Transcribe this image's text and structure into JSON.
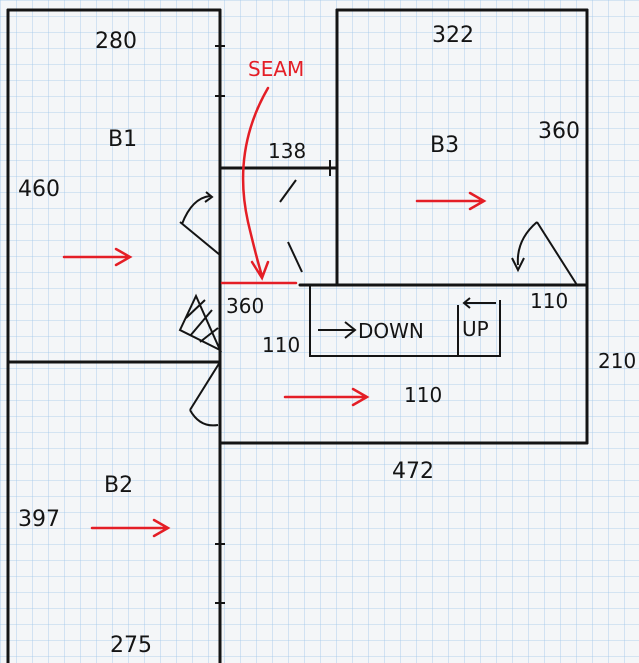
{
  "rooms": [
    {
      "id": "b1",
      "label": "B1"
    },
    {
      "id": "b2",
      "label": "B2"
    },
    {
      "id": "b3",
      "label": "B3"
    }
  ],
  "dimensions": {
    "b1_top": "280",
    "b1_side": "460",
    "b2_side": "397",
    "b2_bottom": "275",
    "b3_top": "322",
    "b3_right": "360",
    "hall_width": "138",
    "landing_length": "360",
    "stair_left": "110",
    "stair_right": "110",
    "hall_mid": "110",
    "right_wall": "210",
    "bottom_wall": "472"
  },
  "notes": {
    "seam": "SEAM",
    "down": "DOWN",
    "up": "UP"
  },
  "colors": {
    "ink": "#141414",
    "annotation": "#e41e26",
    "grid": "#9ec6ea",
    "paper": "#f4f6f8"
  }
}
